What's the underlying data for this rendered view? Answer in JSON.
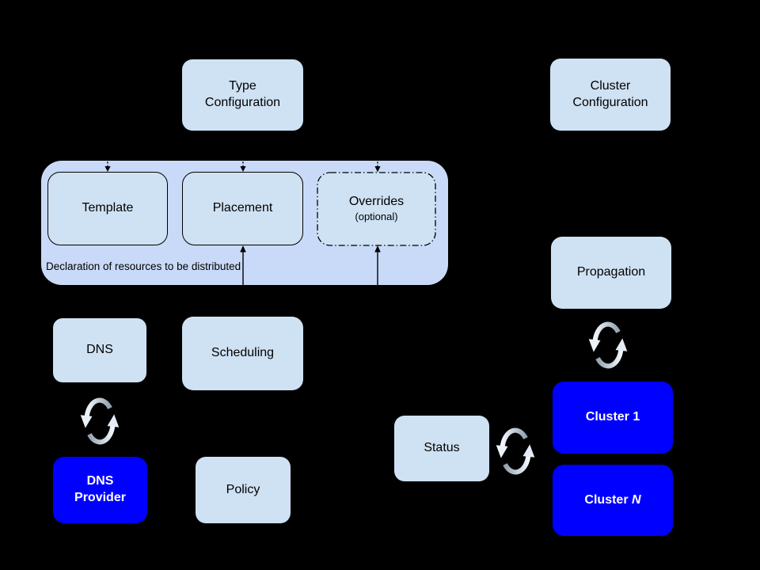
{
  "diagram": {
    "title_hint": "federation control plane diagram",
    "background": "#000000",
    "colors": {
      "node_fill": "#cfe2f3",
      "group_fill": "#c9daf8",
      "cluster_fill": "#0000ff",
      "text": "#000000",
      "text_on_blue": "#ffffff",
      "line": "#000000",
      "sync_icon_light": "#f2f7fc",
      "sync_icon_dark": "#93a2b0"
    },
    "nodes": {
      "type_configuration": "Type\nConfiguration",
      "cluster_configuration": "Cluster\nConfiguration",
      "template": "Template",
      "placement": "Placement",
      "overrides_title": "Overrides",
      "overrides_subtitle": "(optional)",
      "group_caption": "Declaration of resources to be distributed",
      "dns": "DNS",
      "scheduling": "Scheduling",
      "dns_provider": "DNS\nProvider",
      "policy": "Policy",
      "propagation": "Propagation",
      "status": "Status",
      "cluster_1": "Cluster 1",
      "cluster_n_prefix": "Cluster ",
      "cluster_n_suffix": "N"
    },
    "icons": {
      "sync": "circular-sync-arrows"
    },
    "edges": [
      {
        "from": "Type Configuration",
        "to": "Template",
        "style": "dashed",
        "arrow": "down"
      },
      {
        "from": "Type Configuration",
        "to": "Placement",
        "style": "dashed",
        "arrow": "down"
      },
      {
        "from": "Type Configuration",
        "to": "Overrides",
        "style": "dashed",
        "arrow": "down"
      },
      {
        "to": "Placement",
        "style": "solid",
        "arrow": "up"
      },
      {
        "to": "Overrides",
        "style": "solid",
        "arrow": "up"
      },
      {
        "between": [
          "DNS",
          "DNS Provider"
        ],
        "style": "sync"
      },
      {
        "between": [
          "Propagation",
          "Cluster 1"
        ],
        "style": "sync"
      },
      {
        "between": [
          "Status",
          "Cluster 1"
        ],
        "style": "sync"
      }
    ]
  }
}
